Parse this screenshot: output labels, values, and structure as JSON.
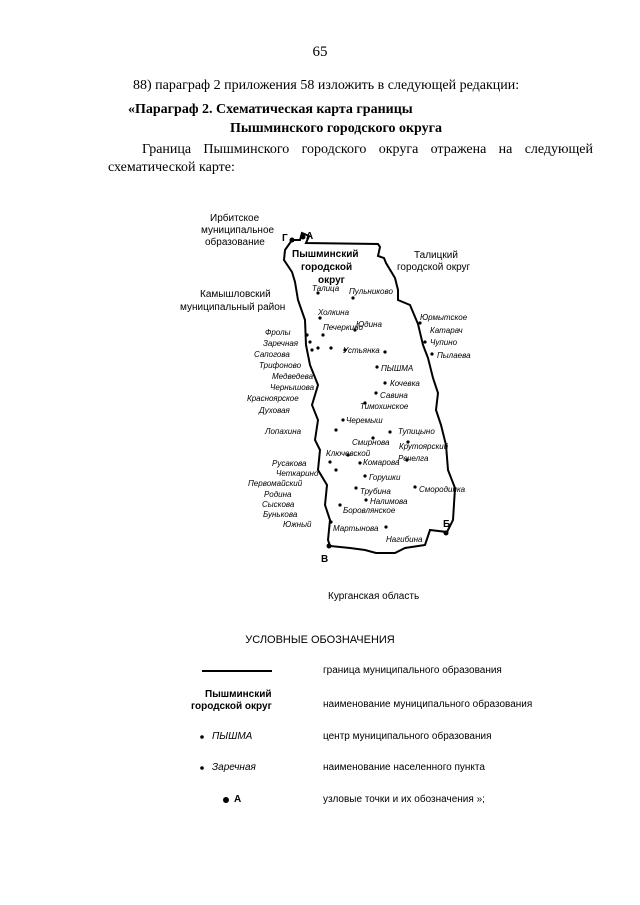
{
  "page": {
    "number": "65",
    "amendment": "88) параграф 2 приложения 58 изложить в следующей редакции:",
    "heading_line1": "«Параграф 2. Схематическая карта границы",
    "heading_line2": "Пышминского городского округа",
    "body": "Граница Пышминского городского округа отражена на следующей схематической карте:"
  },
  "map": {
    "title_line1": "Пышминский",
    "title_line2": "городской",
    "title_line3": "округ",
    "neighbors": {
      "irbit_l1": "Ирбитское",
      "irbit_l2": "муниципальное",
      "irbit_l3": "образование",
      "talitsa_l1": "Талицкий",
      "talitsa_l2": "городской округ",
      "kamyshlov_l1": "Камышловский",
      "kamyshlov_l2": "муниципальный район",
      "kurgan": "Курганская область"
    },
    "nodes": [
      "Г",
      "А",
      "Б",
      "В"
    ],
    "settlements": [
      "Талица",
      "Пульниково",
      "Холкина",
      "Печеркино",
      "Юдина",
      "Юрмытское",
      "Катарач",
      "Чупино",
      "Пылаева",
      "Фролы",
      "Заречная",
      "Устьянка",
      "Сапогова",
      "Трифоново",
      "Медведева",
      "Чернышова",
      "Красноярское",
      "Духовая",
      "ПЫШМА",
      "Кочевка",
      "Савина",
      "Тимохинское",
      "Лопахина",
      "Черемыш",
      "Тупицыно",
      "Смирнова",
      "Крутоярский",
      "Ключевской",
      "Речелга",
      "Русакова",
      "Четкарино",
      "Комарова",
      "Первомайский",
      "Горушки",
      "Смородинка",
      "Родина",
      "Трубина",
      "Сыскова",
      "Налимова",
      "Бунькова",
      "Боровлянское",
      "Южный",
      "Мартынова",
      "Нагибина"
    ]
  },
  "legend": {
    "title": "УСЛОВНЫЕ ОБОЗНАЧЕНИЯ",
    "sample_name_l1": "Пышминский",
    "sample_name_l2": "городской округ",
    "sample_center": "ПЫШМА",
    "sample_settlement": "Заречная",
    "sample_node": "А",
    "items": [
      "граница муниципального образования",
      "наименование муниципального образования",
      "центр муниципального образования",
      "наименование населенного пункта",
      "узловые точки и их обозначения »;"
    ]
  }
}
